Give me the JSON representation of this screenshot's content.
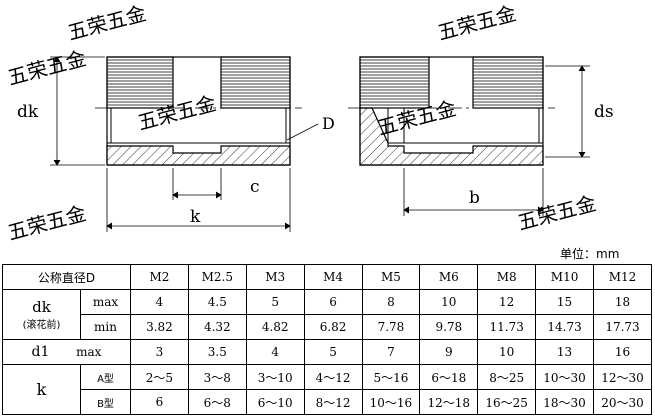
{
  "drawing": {
    "labels": {
      "dk": "dk",
      "ds": "ds",
      "D": "D",
      "c": "c",
      "k": "k",
      "b": "b"
    },
    "watermark": "五荣五金"
  },
  "unit_label": "单位：mm",
  "table": {
    "header_label": "公称直径D",
    "sizes": [
      "M2",
      "M2.5",
      "M3",
      "M4",
      "M5",
      "M6",
      "M8",
      "M10",
      "M12"
    ],
    "dk": {
      "label": "dk",
      "sub_label": "(滚花前)",
      "max_label": "max",
      "max": [
        "4",
        "4.5",
        "5",
        "6",
        "8",
        "10",
        "12",
        "15",
        "18"
      ],
      "min_label": "min",
      "min": [
        "3.82",
        "4.32",
        "4.82",
        "6.82",
        "7.78",
        "9.78",
        "11.73",
        "14.73",
        "17.73"
      ]
    },
    "d1": {
      "label": "d1",
      "max_label": "max",
      "max": [
        "3",
        "3.5",
        "4",
        "5",
        "7",
        "9",
        "10",
        "13",
        "16"
      ]
    },
    "k": {
      "label": "k",
      "a_label": "A型",
      "a": [
        "2～5",
        "3～8",
        "3～10",
        "4～12",
        "5～16",
        "6～18",
        "8～25",
        "10～30",
        "12～30"
      ],
      "b_label": "B型",
      "b": [
        "6",
        "6～8",
        "6～10",
        "8～12",
        "10～16",
        "12～18",
        "16～25",
        "18～30",
        "20～30"
      ]
    }
  }
}
